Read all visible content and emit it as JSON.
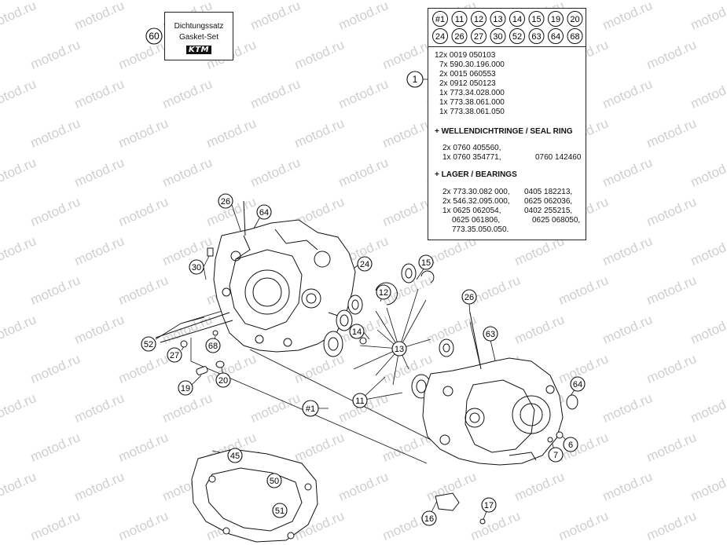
{
  "watermark": "motod.ru",
  "gasket_set": {
    "callout": "60",
    "line1": "Dichtungssatz",
    "line2": "Gasket-Set",
    "logo": "KTM"
  },
  "kit": {
    "callout": "1",
    "header_row1": [
      "#1",
      "11",
      "12",
      "13",
      "14",
      "15",
      "19",
      "20"
    ],
    "header_row2": [
      "24",
      "26",
      "27",
      "30",
      "52",
      "63",
      "64",
      "68"
    ],
    "parts": [
      "12x 0019 050103",
      "7x 590.30.196.000",
      "2x 0015 060553",
      "2x 0912 050123",
      "1x 773.34.028.000",
      "1x 773.38.061.000",
      "1x 773.38.061.050"
    ],
    "seal_heading": "+ WELLENDICHTRINGE /  SEAL RING",
    "seals_col1": [
      "2x 0760 405560,",
      "1x 0760 354771,"
    ],
    "seals_col2": [
      "",
      "0760 142460"
    ],
    "bearing_heading": "+ LAGER / BEARINGS",
    "bearings_col1": [
      "2x 773.30.082 000,",
      "2x 546.32.095.000,",
      "1x 0625 062054,",
      "0625 061806,",
      "773.35.050.050."
    ],
    "bearings_col2": [
      "0405 182213,",
      "0625 062036,",
      "0402 255215,",
      "0625 068050,",
      ""
    ]
  },
  "callouts": {
    "c26a": "26",
    "c64a": "64",
    "c30": "30",
    "c24": "24",
    "c12": "12",
    "c15": "15",
    "c14": "14",
    "c13": "13",
    "c52": "52",
    "c27": "27",
    "c68": "68",
    "c19": "19",
    "c20": "20",
    "c11": "11",
    "c1a": "#1",
    "c26b": "26",
    "c63": "63",
    "c64b": "64",
    "c6": "6",
    "c7": "7",
    "c45": "45",
    "c50": "50",
    "c51": "51",
    "c16": "16",
    "c17": "17"
  }
}
